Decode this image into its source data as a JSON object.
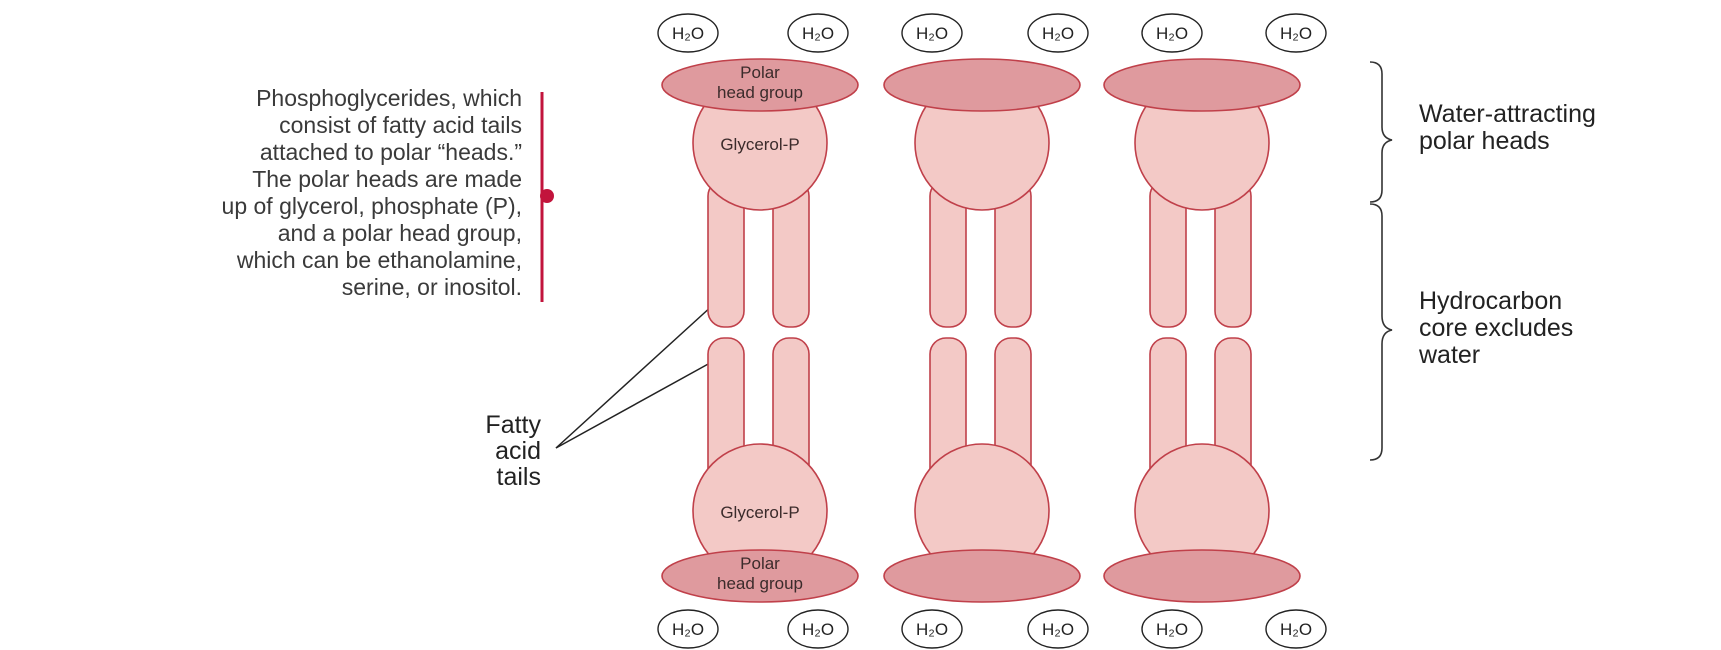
{
  "caption": {
    "lines": [
      "Phosphoglycerides, which",
      "consist of fatty acid tails",
      "attached to polar “heads.”",
      "The polar heads are made",
      "up of glycerol, phosphate (P),",
      "and a polar head group,",
      "which can be ethanolamine,",
      "serine, or inositol."
    ]
  },
  "labels": {
    "fatty_acid_tails": [
      "Fatty",
      "acid",
      "tails"
    ],
    "water_attracting": [
      "Water-attracting",
      "polar heads"
    ],
    "hydrocarbon_core": [
      "Hydrocarbon",
      "core excludes",
      "water"
    ]
  },
  "molecule_labels": {
    "polar_head_group": [
      "Polar",
      "head group"
    ],
    "glycerol_p": "Glycerol-P"
  },
  "water": {
    "label": "H₂O",
    "top_count": 6,
    "bottom_count": 6
  },
  "colors": {
    "head_fill": "#df9a9e",
    "body_fill": "#f3c9c6",
    "outline": "#c0404a",
    "accent_bar": "#c2143c",
    "text": "#3a3a3a"
  }
}
